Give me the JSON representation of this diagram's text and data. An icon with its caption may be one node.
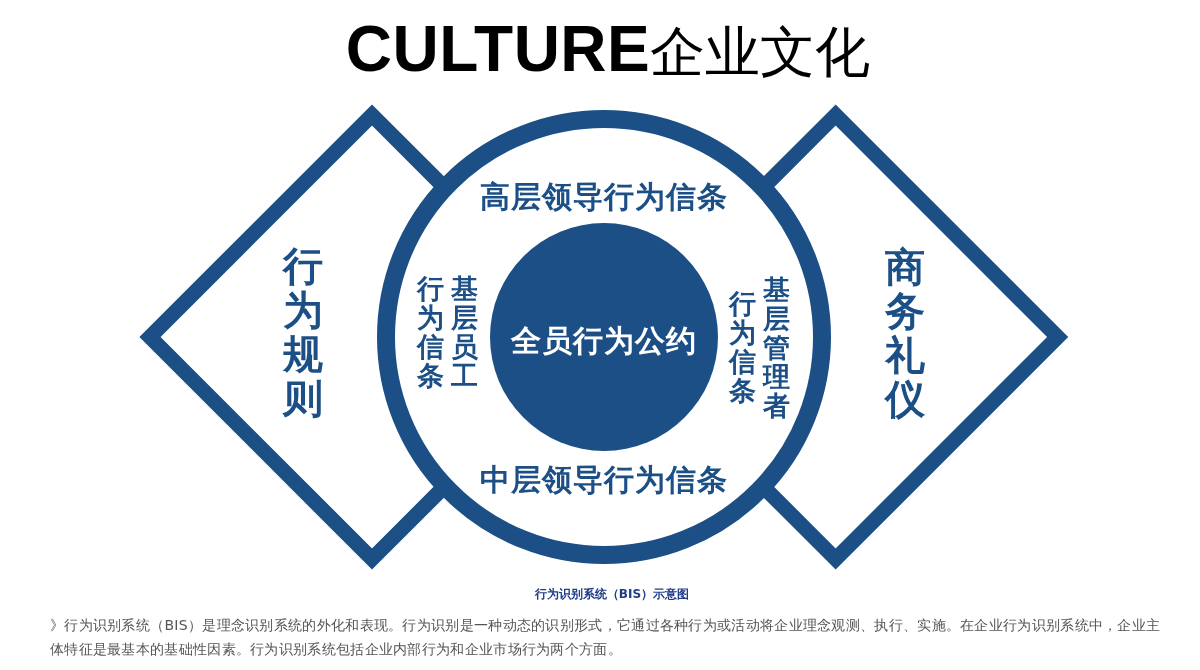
{
  "diagram": {
    "title": "**CULTURE**企业文化",
    "caption": "行为识别系统（BIS）示意图",
    "nodes": [
      {
        "text": [
          "行为规则"
        ]
      },
      {
        "text": [
          "高层领导行为信条",
          "基层员工行为信条",
          "基层管理者行为信条",
          "中层领导行为信条"
        ]
      },
      {
        "text": [
          "全员行为公约"
        ],
        "in": 1
      },
      {
        "text": [
          "商务礼仪"
        ]
      }
    ],
    "labels": [
      "》行为识别系统（BIS）是理念识别系统的外化和表现。行为识别是一种动态的识别形式，它通过各种行为或活动将企业理念观测、执行、实施。在企业行为识别系统中，企业主体特征是最基本的基础性因素。行为识别系统包括企业内部行为和企业市场行为两个方面。"
    ]
  }
}
